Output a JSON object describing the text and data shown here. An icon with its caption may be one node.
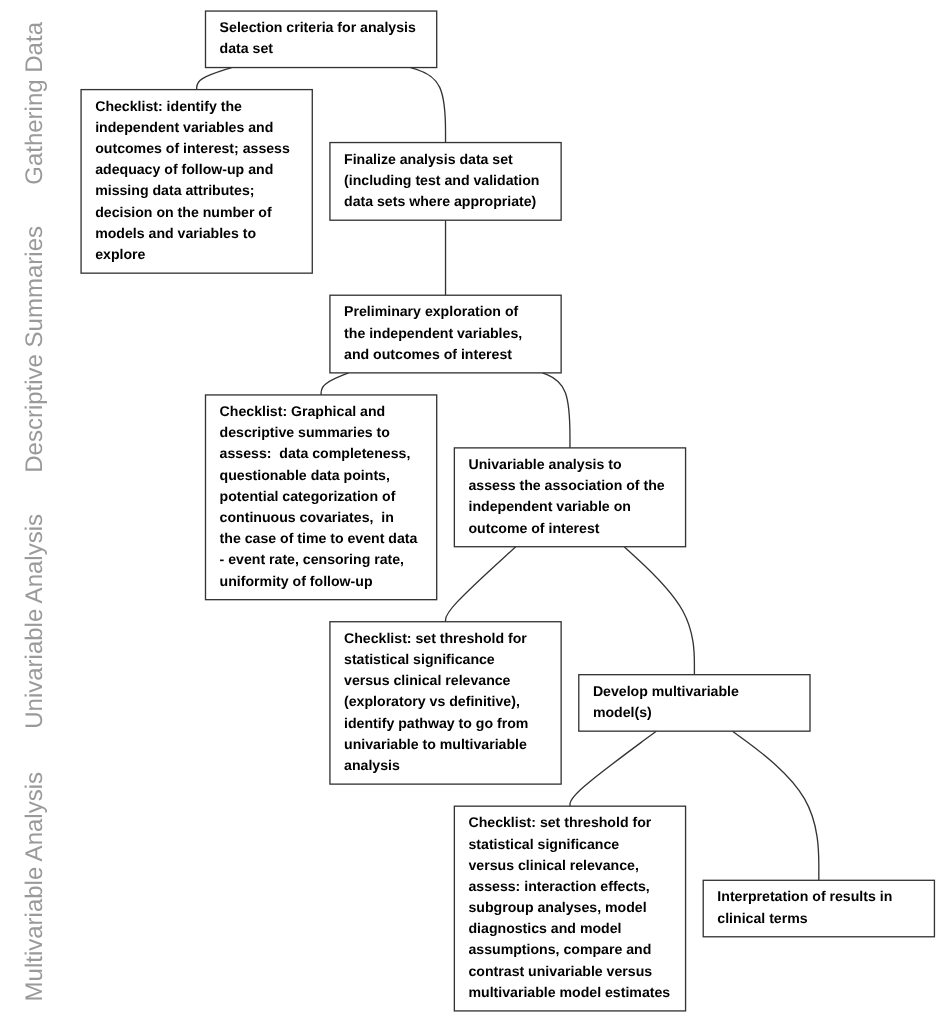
{
  "diagram": {
    "nodes": [
      {
        "text": [
          "Selection criteria for analysis data set"
        ]
      },
      {
        "text": [
          "Checklist: identify the independent variables and outcomes of interest; assess adequacy of follow-up and missing data attributes; decision on the number of models and variables to explore"
        ]
      },
      {
        "text": [
          "Finalize analysis data set (including test and validation data sets where appropriate)"
        ]
      },
      {
        "text": [
          "Preliminary exploration of the independent variables, and outcomes of interest"
        ]
      },
      {
        "text": [
          "Checklist: Graphical and descriptive summaries to assess:  data completeness, questionable data points, potential categorization of continuous covariates,  in the case of time to event data - event rate, censoring rate, uniformity of follow-up"
        ]
      },
      {
        "text": [
          "Univariable analysis to assess the association of the independent variable on outcome of interest"
        ]
      },
      {
        "text": [
          "Checklist: set threshold for statistical significance versus clinical relevance (exploratory vs definitive), identify pathway to go from univariable to multivariable analysis"
        ]
      },
      {
        "text": [
          "Develop multivariable model(s)"
        ]
      },
      {
        "text": [
          "Checklist: set threshold for statistical significance versus clinical relevance, assess: interaction effects, subgroup analyses, model diagnostics and model assumptions, compare and contrast univariable versus multivariable model estimates"
        ]
      },
      {
        "text": [
          "Interpretation of results in clinical terms"
        ]
      }
    ],
    "edges": [
      {
        "from": 0,
        "to": 1,
        "arrow": "none"
      },
      {
        "from": 0,
        "to": 2,
        "arrow": "none"
      },
      {
        "from": 2,
        "to": 3,
        "arrow": "none"
      },
      {
        "from": 3,
        "to": 4,
        "arrow": "none"
      },
      {
        "from": 3,
        "to": 5,
        "arrow": "none"
      },
      {
        "from": 5,
        "to": 6,
        "arrow": "none"
      },
      {
        "from": 5,
        "to": 7,
        "arrow": "none"
      },
      {
        "from": 7,
        "to": 8,
        "arrow": "none"
      },
      {
        "from": 7,
        "to": 9,
        "arrow": "none"
      }
    ],
    "labels": [
      "Gathering Data",
      "Descriptive Summaries",
      "Univariable Analysis",
      "Multivariable Analysis"
    ]
  }
}
